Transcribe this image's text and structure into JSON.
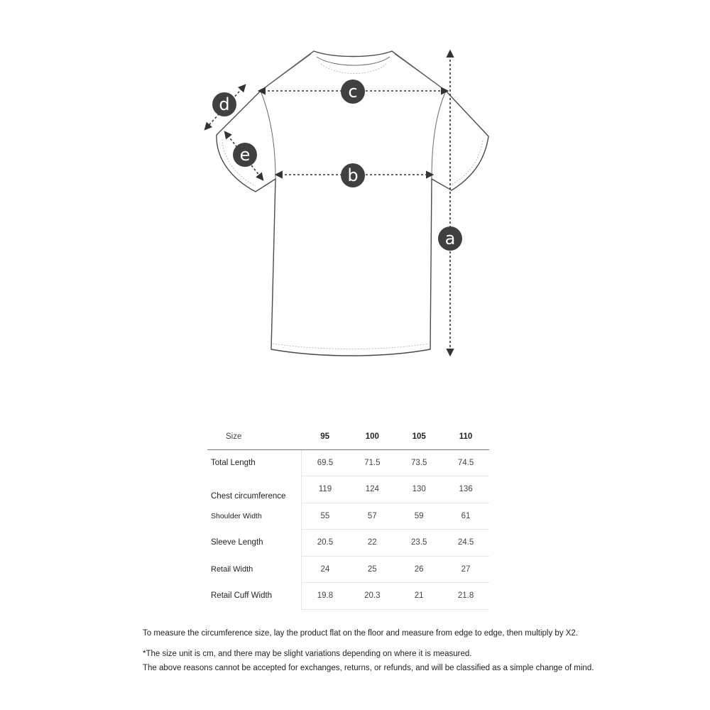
{
  "diagram": {
    "markers": [
      {
        "id": "a",
        "label": "a"
      },
      {
        "id": "b",
        "label": "b"
      },
      {
        "id": "c",
        "label": "c"
      },
      {
        "id": "d",
        "label": "d"
      },
      {
        "id": "e",
        "label": "e"
      }
    ],
    "colors": {
      "garment_outline": "#4a4a4a",
      "marker_fill": "#404040",
      "arrow": "#333333"
    }
  },
  "size_table": {
    "header_label": "Size",
    "sizes": [
      "95",
      "100",
      "105",
      "110"
    ],
    "rows": [
      {
        "label": "Total Length",
        "values": [
          "69.5",
          "71.5",
          "73.5",
          "74.5"
        ]
      },
      {
        "label": "Chest circumference",
        "values": [
          "119",
          "124",
          "130",
          "136"
        ]
      },
      {
        "label": "Shoulder Width",
        "values": [
          "55",
          "57",
          "59",
          "61"
        ]
      },
      {
        "label": "Sleeve Length",
        "values": [
          "20.5",
          "22",
          "23.5",
          "24.5"
        ]
      },
      {
        "label": "Retail Width",
        "values": [
          "24",
          "25",
          "26",
          "27"
        ]
      },
      {
        "label": "Retail Cuff Width",
        "values": [
          "19.8",
          "20.3",
          "21",
          "21.8"
        ]
      }
    ]
  },
  "notes": {
    "measure": "To measure the circumference size, lay the product flat on the floor and measure from edge to edge, then multiply by X2.",
    "unit": "*The size unit is cm, and there may be slight variations depending on where it is measured.",
    "policy": "The above reasons cannot be accepted for exchanges, returns, or refunds, and will be classified as a simple change of mind."
  }
}
